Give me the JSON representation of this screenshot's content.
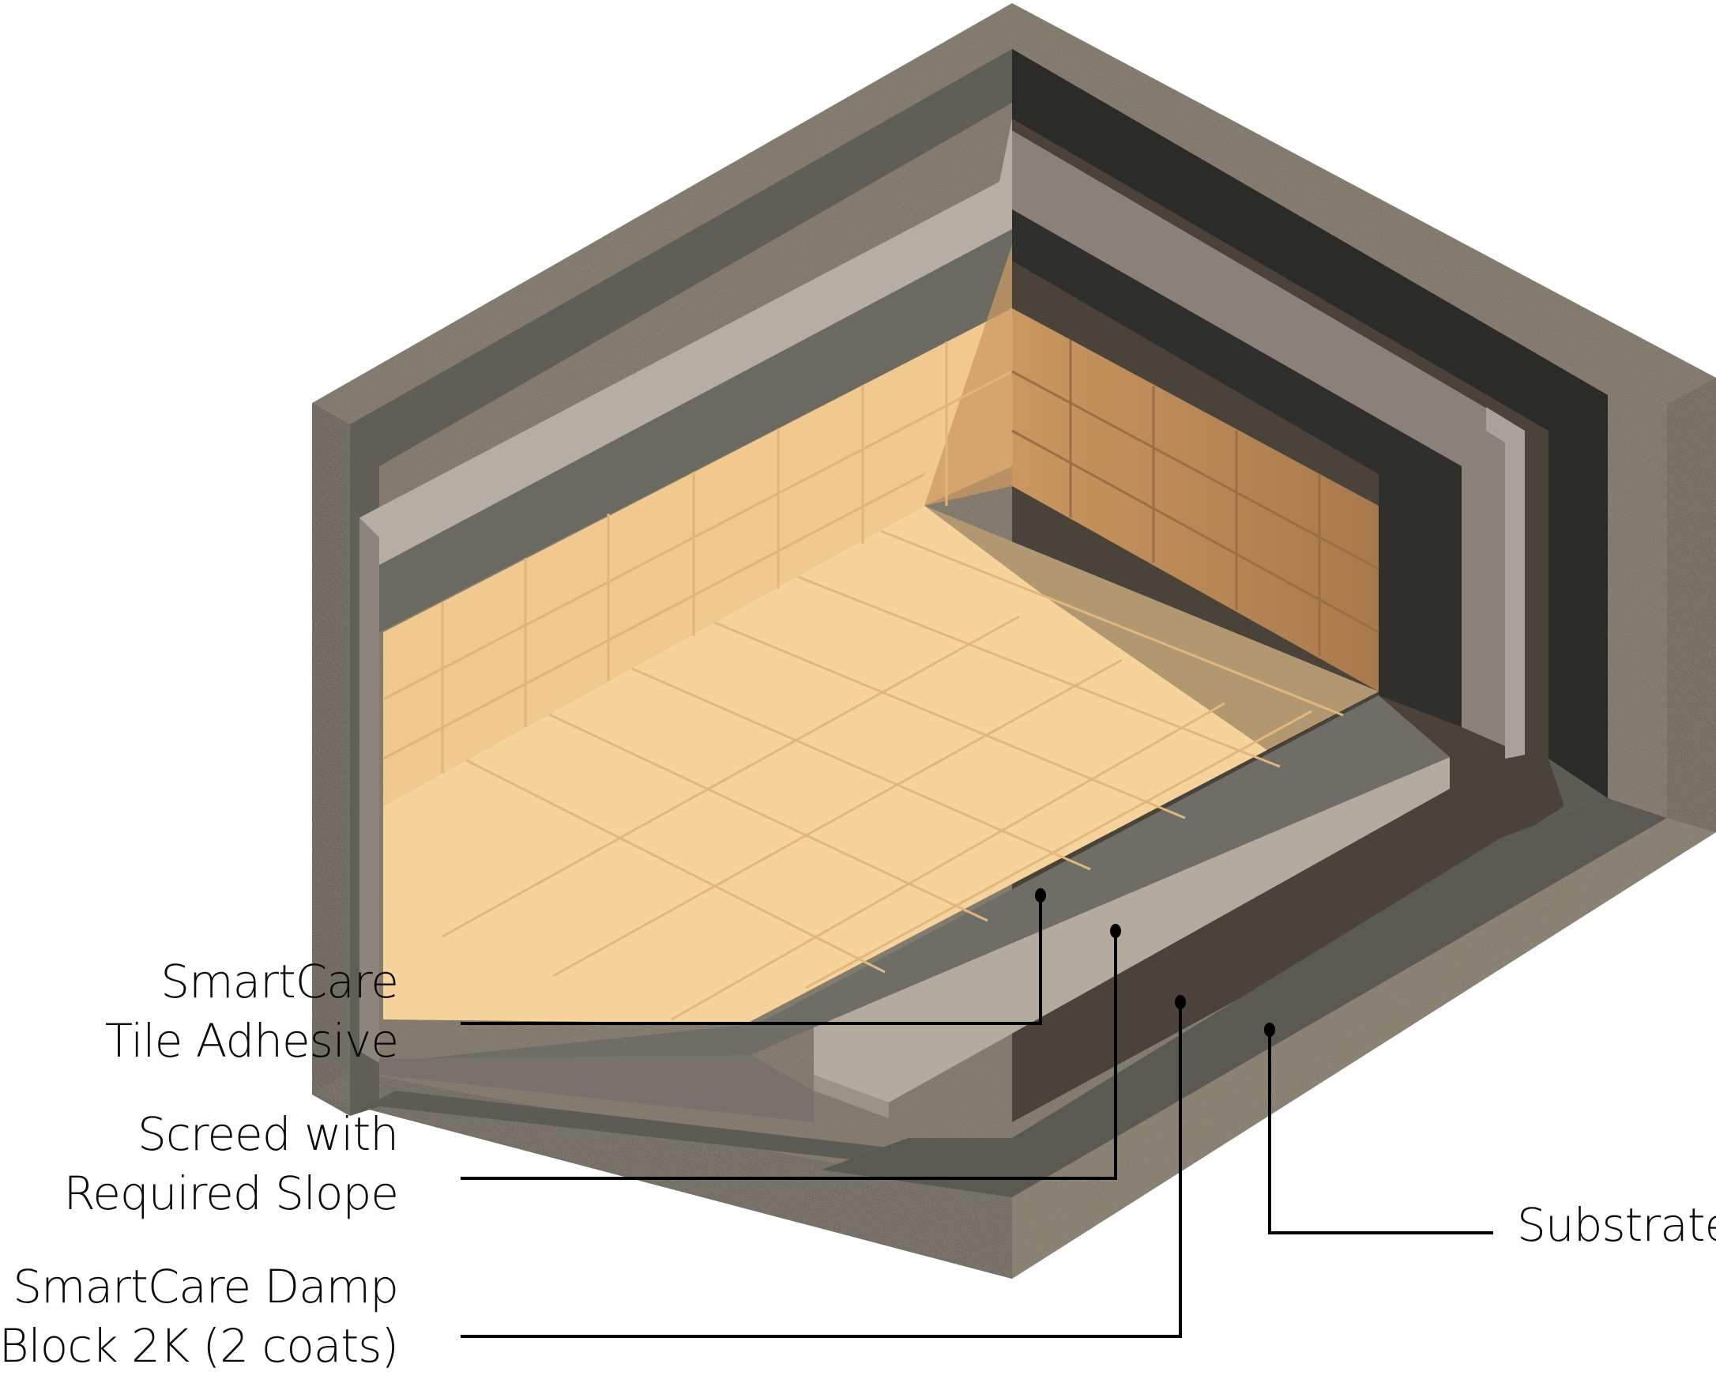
{
  "figure": {
    "type": "isometric cutaway of tiled wet-area waterproofing system",
    "colors": {
      "substrate": "#6e6555",
      "substrate_dark": "#4e473c",
      "damp_block": "#5f5f58",
      "damp_block_dark": "#2d2d2a",
      "screed": "#b3aca0",
      "screed_side": "#8c857b",
      "tile_adhesive": "#6f6e66",
      "tile_floor": "#f7d39c",
      "tile_wall": "#f1c98f",
      "tile_wall_shaded": "#b98a5c",
      "grout": "#e2b67c",
      "leader": "#000000"
    }
  },
  "labels": [
    {
      "id": "tile-adhesive",
      "lines": [
        "SmartCare",
        "Tile Adhesive"
      ]
    },
    {
      "id": "screed",
      "lines": [
        "Screed with",
        "Required Slope"
      ]
    },
    {
      "id": "damp-block",
      "lines": [
        "SmartCare Damp",
        "Block 2K (2 coats)"
      ]
    },
    {
      "id": "substrate",
      "lines": [
        "Substrate"
      ]
    }
  ]
}
